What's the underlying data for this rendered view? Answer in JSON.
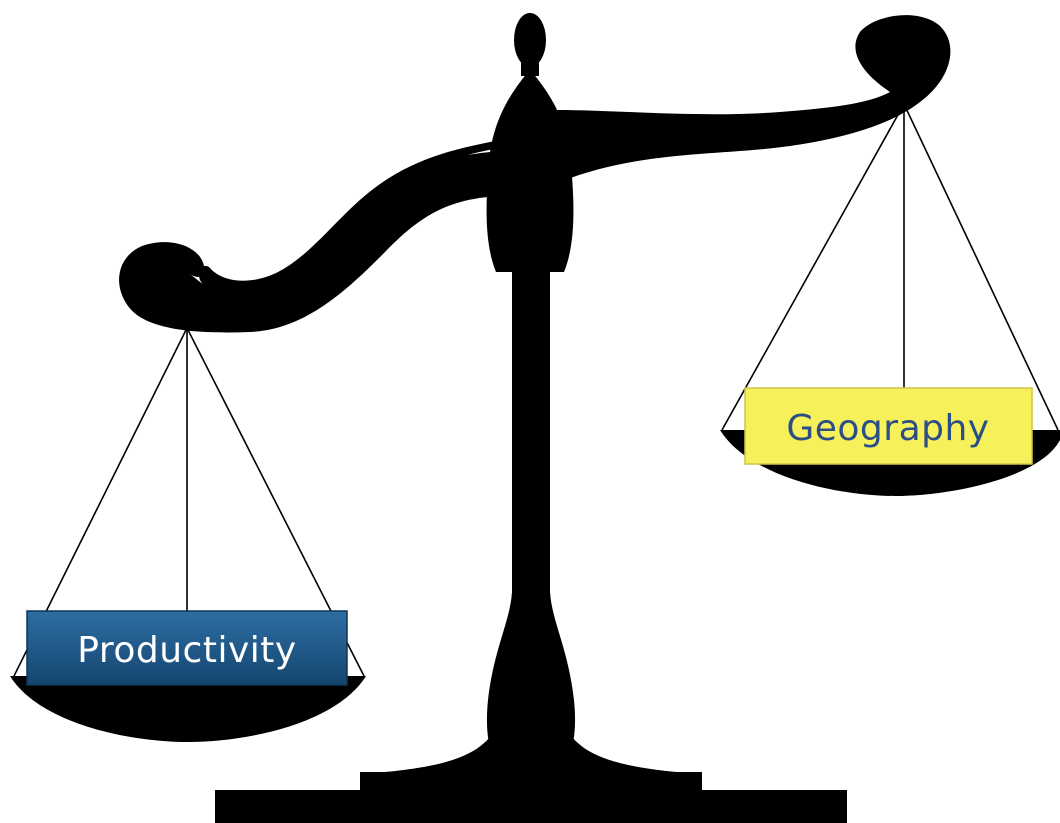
{
  "figure": {
    "type": "balance-scale-illustration",
    "silhouette_color": "#000000",
    "background_color": "#ffffff"
  },
  "left_pan": {
    "state": "lower",
    "label": "Productivity",
    "label_background": "#1f5a8c",
    "label_text_color": "#ffffff"
  },
  "right_pan": {
    "state": "higher",
    "label": "Geography",
    "label_background": "#f6f15a",
    "label_text_color": "#2b4e86"
  }
}
